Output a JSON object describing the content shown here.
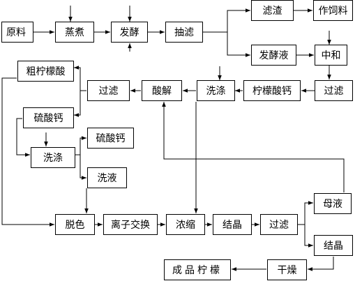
{
  "nodes": {
    "raw_material": "原料",
    "steaming": "蒸煮",
    "fermentation": "发酵",
    "suction_filter": "抽滤",
    "filter_residue": "滤渣",
    "feed": "作饲料",
    "fermented_liquid": "发酵液",
    "neutralization": "中和",
    "filtration_1": "过滤",
    "calcium_citrate": "柠檬酸钙",
    "washing_1": "洗涤",
    "acidolysis": "酸解",
    "filtration_2": "过滤",
    "crude_citric_acid": "粗柠檬酸",
    "calcium_sulfate_1": "硫酸钙",
    "washing_2": "洗涤",
    "calcium_sulfate_2": "硫酸钙",
    "washing_liquid": "洗液",
    "decolorization": "脱色",
    "ion_exchange": "离子交换",
    "concentration": "浓缩",
    "crystallization_1": "结晶",
    "filtration_3": "过滤",
    "mother_liquor": "母液",
    "crystallization_2": "结晶",
    "drying": "干燥",
    "finished_product": "成品柠檬"
  }
}
